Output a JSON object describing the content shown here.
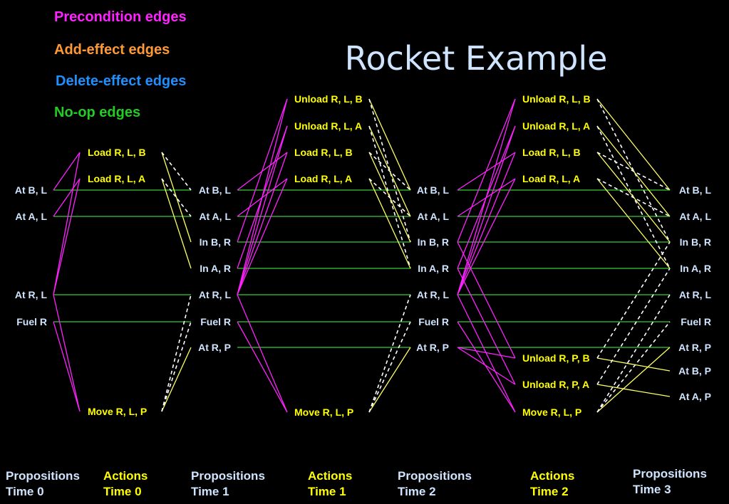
{
  "title": "Rocket Example",
  "colors": {
    "background": "#000000",
    "precondition": "#ff22ff",
    "add_effect": "#ffff66",
    "delete_effect": "#ffffff",
    "noop": "#33cc33",
    "title": "#cfe4ff",
    "proposition_text": "#cfe4ff",
    "action_text": "#ffff00"
  },
  "legend": [
    {
      "label": "Precondition edges",
      "color": "#ff22ff"
    },
    {
      "label": "Add-effect edges",
      "color": "#ff9933"
    },
    {
      "label": "Delete-effect edges",
      "color": "#1e90ff"
    },
    {
      "label": "No-op edges",
      "color": "#22cc22"
    }
  ],
  "levels": [
    {
      "kind": "Propositions",
      "time": "Time 0",
      "nodes": [
        "At B, L",
        "At A, L",
        "At R, L",
        "Fuel R"
      ]
    },
    {
      "kind": "Actions",
      "time": "Time 0",
      "nodes": [
        "Load R, L, B",
        "Load R, L, A",
        "Move R, L, P"
      ]
    },
    {
      "kind": "Propositions",
      "time": "Time 1",
      "nodes": [
        "At B, L",
        "At A, L",
        "In B, R",
        "In A, R",
        "At R, L",
        "Fuel R",
        "At R, P"
      ]
    },
    {
      "kind": "Actions",
      "time": "Time 1",
      "nodes": [
        "Unload R, L, B",
        "Unload R, L, A",
        "Load R, L, B",
        "Load R, L, A",
        "Move R, L, P"
      ]
    },
    {
      "kind": "Propositions",
      "time": "Time 2",
      "nodes": [
        "At B, L",
        "At A, L",
        "In B, R",
        "In A, R",
        "At R, L",
        "Fuel R",
        "At R, P"
      ]
    },
    {
      "kind": "Actions",
      "time": "Time 2",
      "nodes": [
        "Unload R, L, B",
        "Unload R, L, A",
        "Load R, L, B",
        "Load R, L, A",
        "Unload R, P, B",
        "Unload R, P, A",
        "Move R, L, P"
      ]
    },
    {
      "kind": "Propositions",
      "time": "Time 3",
      "nodes": [
        "At B, L",
        "At A, L",
        "In B, R",
        "In A, R",
        "At R, L",
        "Fuel R",
        "At R, P",
        "At B, P",
        "At A, P"
      ]
    }
  ]
}
